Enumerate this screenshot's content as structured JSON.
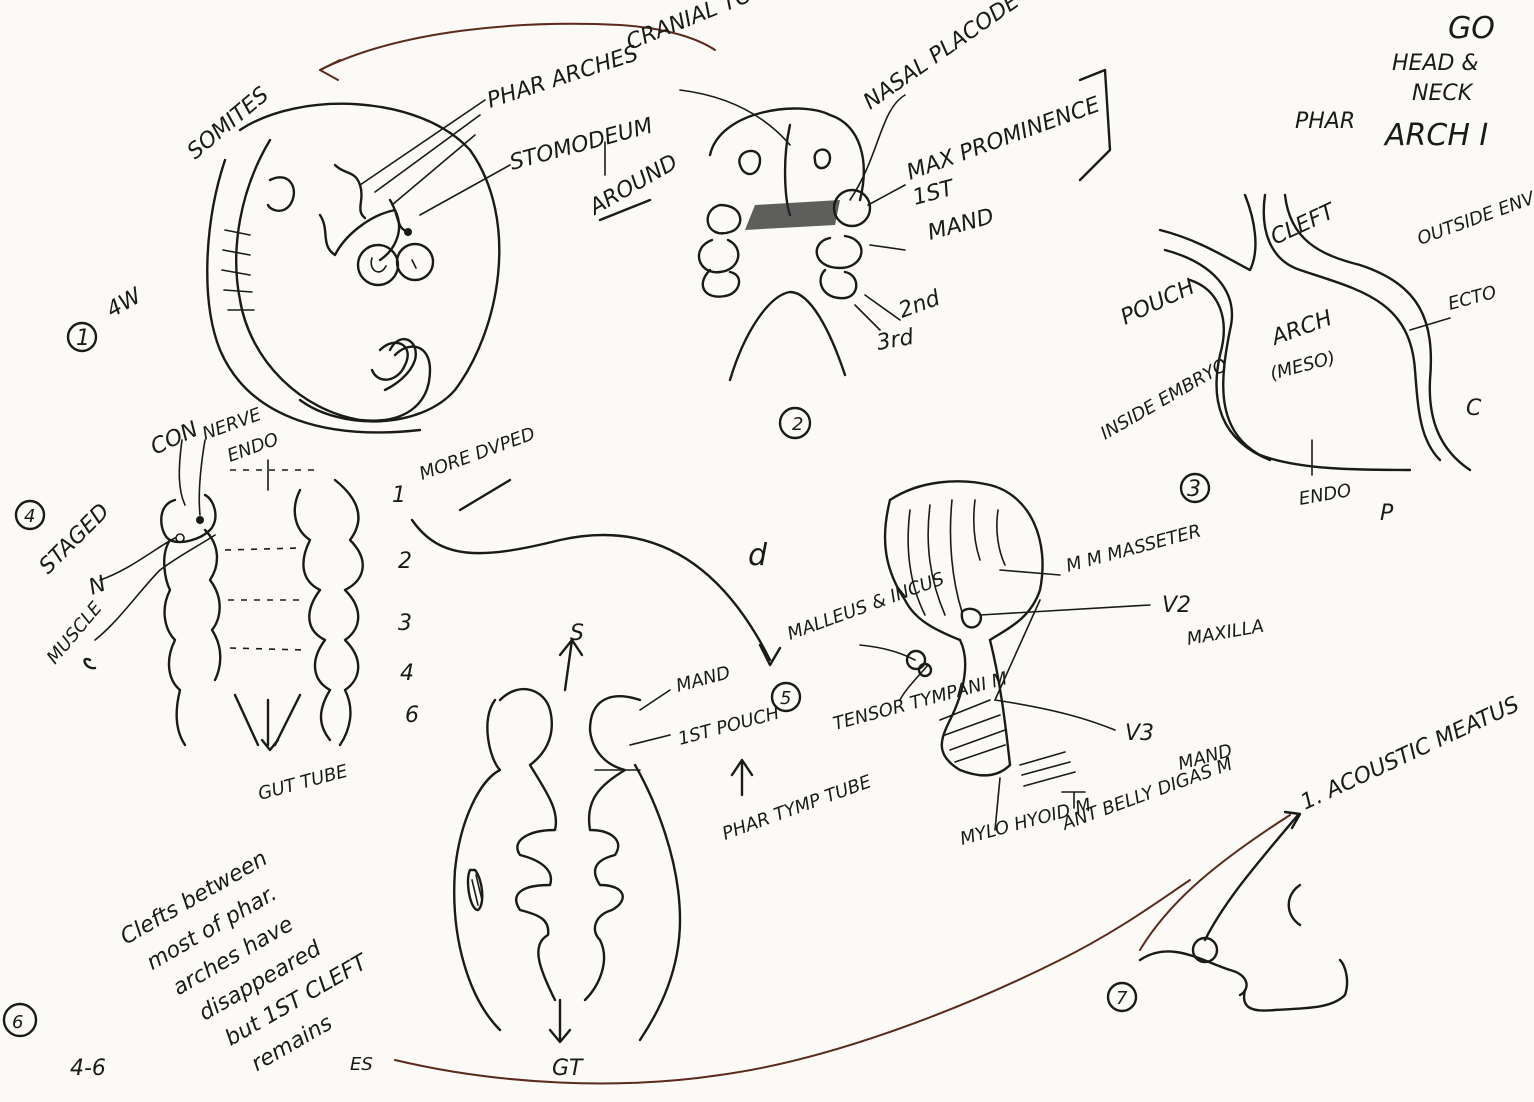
{
  "title": {
    "line1": "GO",
    "line2": "HEAD &",
    "line3": "NECK",
    "line4": "PHAR",
    "line5": "ARCH I"
  },
  "panel1": {
    "number": "1",
    "stage": "4W",
    "somites": "SOMITES",
    "phar_arches": "PHAR ARCHES",
    "cranial_to": "CRANIAL TO",
    "stomodeum": "STOMODEUM",
    "around": "AROUND"
  },
  "panel2": {
    "number": "2",
    "nasal_placode": "NASAL PLACODE",
    "max_prominence": "MAX PROMINENCE",
    "first": "1ST",
    "mand": "MAND",
    "second": "2nd",
    "third": "3rd"
  },
  "panel3": {
    "number": "3",
    "cleft": "CLEFT",
    "outside_env": "OUTSIDE ENV T",
    "ecto": "ECTO",
    "pouch": "POUCH",
    "arch": "ARCH",
    "meso": "(MESO)",
    "inside_embryo": "INSIDE EMBRYO",
    "endo": "ENDO",
    "c_mark": "C",
    "p_mark": "P"
  },
  "panel4": {
    "number": "4",
    "staged": "STAGED",
    "con": "CON",
    "nerve": "NERVE",
    "endo": "ENDO",
    "n": "N",
    "muscle": "MUSCLE",
    "more_developed": "MORE DVPED",
    "arch_numbers": [
      "1",
      "2",
      "3",
      "4",
      "6"
    ],
    "gut_tube": "GUT TUBE"
  },
  "panel5": {
    "number": "5",
    "d": "d",
    "s": "S",
    "mand": "MAND",
    "first_pouch": "1ST POUCH",
    "phar_tymp_tube": "PHAR TYMP TUBE",
    "malleus_incus": "MALLEUS & INCUS",
    "tensor_tympani": "TENSOR TYMPANI M",
    "m_masseter": "M M MASSETER",
    "v2": "V2",
    "maxilla": "MAXILLA",
    "v3": "V3",
    "mand2": "MAND",
    "mylohyoid": "MYLO HYOID M",
    "ant_belly_digas": "ANT BELLY DIGAS M",
    "gt": "GT"
  },
  "panel6": {
    "number": "6",
    "weeks": "4-6",
    "es": "ES",
    "note": [
      "Clefts between",
      "most of phar.",
      "arches have",
      "disappeared",
      "but 1ST CLEFT",
      "remains"
    ]
  },
  "panel7": {
    "number": "7",
    "meatus": "1. ACOUSTIC MEATUS"
  }
}
